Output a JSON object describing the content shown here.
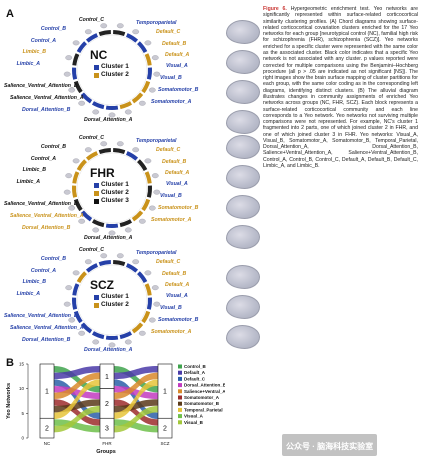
{
  "panel_a_letter": "A",
  "panel_b_letter": "B",
  "caption": {
    "title": "Figure 6.",
    "body": "Hypergeometric enrichment test. Yeo networks are significantly represented within surface-related corticocortical similarity clustering profiles. (A) Chord diagrams showing surface-related corticocortical covariation clusters enriched for the 17 Yeo networks for each group [neurotypical control (NC), familial high risk for schizophrenia (FHR), schizophrenia (SCZ)]. Yeo networks enriched for a specific cluster were represented with the same color as the associated cluster. Black color indicates that a specific Yeo network is not associated with any cluster. p values reported were corrected for multiple comparisons using the Benjamini–Hochberg procedure (all p > .05 are indicated as not significant [NS]). The right images show the brain surface mapping of cluster partitions for each group, with the same color coding as in the corresponding left diagrams, identifying distinct clusters. (B) The alluvial diagram illustrates changes in community assignments of enriched Yeo networks across groups (NC, FHR, SCZ). Each block represents a surface-related corticocortical community and each line corresponds to a Yeo network. Yeo networks not surviving multiple comparisons were not represented. For example, NC's cluster 1 fragmented into 2 parts, one of which joined cluster 2 in FHR, and one of which joined cluster 3 in FHR. Yeo networks: Visual_A, Visual_B, Somatomotor_A, Somatomotor_B, Temporal_Parietal, Dorsal_Attention_A, Dorsal_Attention_B, Salience+Ventral_Attention_A, Salience+Ventral_Attention_B, Control_A, Control_B, Control_C, Default_A, Default_B, Default_C, Limbic_A, and Limbic_B."
  },
  "chords": [
    {
      "group": "NC",
      "legend": [
        {
          "label": "Cluster 1",
          "color": "#2540a8"
        },
        {
          "label": "Cluster 2",
          "color": "#c9921a"
        }
      ],
      "labels": [
        {
          "text": "Control_C",
          "color": "black"
        },
        {
          "text": "Temporoparietal",
          "color": "blue"
        },
        {
          "text": "Control_B",
          "color": "blue"
        },
        {
          "text": "Default_C",
          "color": "orange"
        },
        {
          "text": "Control_A",
          "color": "blue"
        },
        {
          "text": "Default_B",
          "color": "orange"
        },
        {
          "text": "Default_A",
          "color": "orange"
        },
        {
          "text": "Limbic_B",
          "color": "orange"
        },
        {
          "text": "Visual_A",
          "color": "blue"
        },
        {
          "text": "Limbic_A",
          "color": "blue"
        },
        {
          "text": "Visual_B",
          "color": "blue"
        },
        {
          "text": "Salience_Ventral_Attention_B",
          "color": "black"
        },
        {
          "text": "Somatomotor_B",
          "color": "blue"
        },
        {
          "text": "Salience_Ventral_Attention_A",
          "color": "black"
        },
        {
          "text": "Somatomotor_A",
          "color": "blue"
        },
        {
          "text": "Dorsal_Attention_B",
          "color": "blue"
        },
        {
          "text": "Dorsal_Attention_A",
          "color": "black"
        }
      ]
    },
    {
      "group": "FHR",
      "legend": [
        {
          "label": "Cluster 1",
          "color": "#2540a8"
        },
        {
          "label": "Cluster 2",
          "color": "#c9921a"
        },
        {
          "label": "Cluster 3",
          "color": "#111111"
        }
      ],
      "labels": [
        {
          "text": "Control_C",
          "color": "black"
        },
        {
          "text": "Temporoparietal",
          "color": "blue"
        },
        {
          "text": "Control_B",
          "color": "black"
        },
        {
          "text": "Default_C",
          "color": "orange"
        },
        {
          "text": "Control_A",
          "color": "black"
        },
        {
          "text": "Default_B",
          "color": "orange"
        },
        {
          "text": "Default_A",
          "color": "orange"
        },
        {
          "text": "Limbic_B",
          "color": "black"
        },
        {
          "text": "Visual_A",
          "color": "blue"
        },
        {
          "text": "Limbic_A",
          "color": "black"
        },
        {
          "text": "Visual_B",
          "color": "blue"
        },
        {
          "text": "Salience_Ventral_Attention_B",
          "color": "black"
        },
        {
          "text": "Somatomotor_B",
          "color": "orange"
        },
        {
          "text": "Salience_Ventral_Attention_A",
          "color": "orange"
        },
        {
          "text": "Somatomotor_A",
          "color": "orange"
        },
        {
          "text": "Dorsal_Attention_B",
          "color": "orange"
        },
        {
          "text": "Dorsal_Attention_A",
          "color": "black"
        }
      ]
    },
    {
      "group": "SCZ",
      "legend": [
        {
          "label": "Cluster 1",
          "color": "#2540a8"
        },
        {
          "label": "Cluster 2",
          "color": "#c9921a"
        }
      ],
      "labels": [
        {
          "text": "Control_C",
          "color": "black"
        },
        {
          "text": "Temporoparietal",
          "color": "blue"
        },
        {
          "text": "Control_B",
          "color": "blue"
        },
        {
          "text": "Default_C",
          "color": "orange"
        },
        {
          "text": "Control_A",
          "color": "blue"
        },
        {
          "text": "Default_B",
          "color": "orange"
        },
        {
          "text": "Default_A",
          "color": "orange"
        },
        {
          "text": "Limbic_B",
          "color": "blue"
        },
        {
          "text": "Visual_A",
          "color": "blue"
        },
        {
          "text": "Limbic_A",
          "color": "blue"
        },
        {
          "text": "Visual_B",
          "color": "blue"
        },
        {
          "text": "Salience_Ventral_Attention_B",
          "color": "blue"
        },
        {
          "text": "Somatomotor_B",
          "color": "blue"
        },
        {
          "text": "Salience_Ventral_Attention_A",
          "color": "blue"
        },
        {
          "text": "Somatomotor_A",
          "color": "orange"
        },
        {
          "text": "Dorsal_Attention_B",
          "color": "blue"
        },
        {
          "text": "Dorsal_Attention_A",
          "color": "blue"
        }
      ]
    }
  ],
  "chart_data": {
    "type": "alluvial",
    "ylabel": "Yeo Networks",
    "xlabel": "Groups",
    "categories": [
      "NC",
      "FHR",
      "SCZ"
    ],
    "yticks": [
      "0",
      "5",
      "10",
      "15"
    ],
    "ylim": [
      0,
      15
    ],
    "stacks": [
      {
        "group": "NC",
        "blocks": [
          {
            "label": "1",
            "size": 11
          },
          {
            "label": "2",
            "size": 4
          }
        ]
      },
      {
        "group": "FHR",
        "blocks": [
          {
            "label": "1",
            "size": 5
          },
          {
            "label": "2",
            "size": 6
          },
          {
            "label": "3",
            "size": 4
          }
        ]
      },
      {
        "group": "SCZ",
        "blocks": [
          {
            "label": "1",
            "size": 11
          },
          {
            "label": "2",
            "size": 4
          }
        ]
      }
    ],
    "series": [
      {
        "name": "Control_B",
        "color": "#3fa34d"
      },
      {
        "name": "Default_A",
        "color": "#4a3aa8"
      },
      {
        "name": "Default_C",
        "color": "#2b5fa8"
      },
      {
        "name": "Dorsal_Attention_B",
        "color": "#c23bc0"
      },
      {
        "name": "Salience+Ventral_Attention_A",
        "color": "#d98a2b"
      },
      {
        "name": "Somatomotor_A",
        "color": "#9c2b2b"
      },
      {
        "name": "Somatomotor_B",
        "color": "#5a3a1a"
      },
      {
        "name": "Temporal_Parietal",
        "color": "#e6c43a"
      },
      {
        "name": "Visual_A",
        "color": "#6fbf4a"
      },
      {
        "name": "Visual_B",
        "color": "#a3c83a"
      }
    ]
  },
  "colors": {
    "cluster1": "#2540a8",
    "cluster2": "#c9921a",
    "caption_title": "#c8322f"
  },
  "watermark": "公众号 · 脑海科技实验室"
}
